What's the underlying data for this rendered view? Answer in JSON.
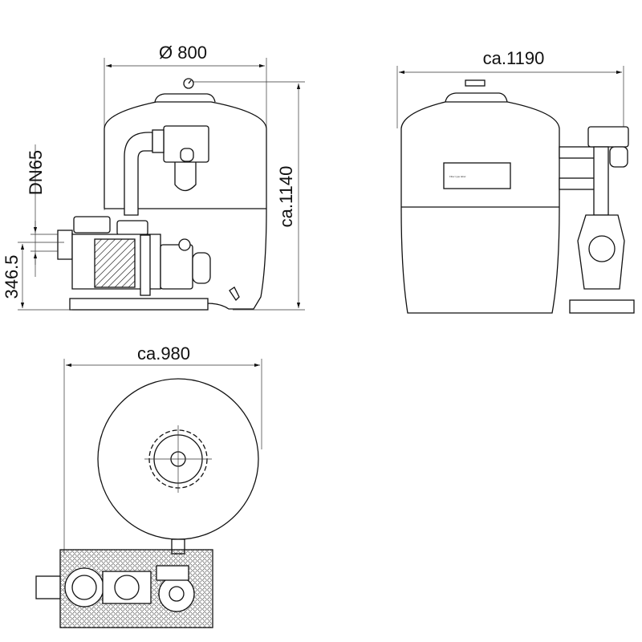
{
  "front_view": {
    "diameter_label": "Ø 800",
    "height_label": "ca.1140",
    "connection_label": "DN65",
    "inlet_height_label": "346.5"
  },
  "side_view": {
    "width_label": "ca.1190",
    "plate_text": "Filter type label"
  },
  "top_view": {
    "width_label": "ca.980"
  }
}
